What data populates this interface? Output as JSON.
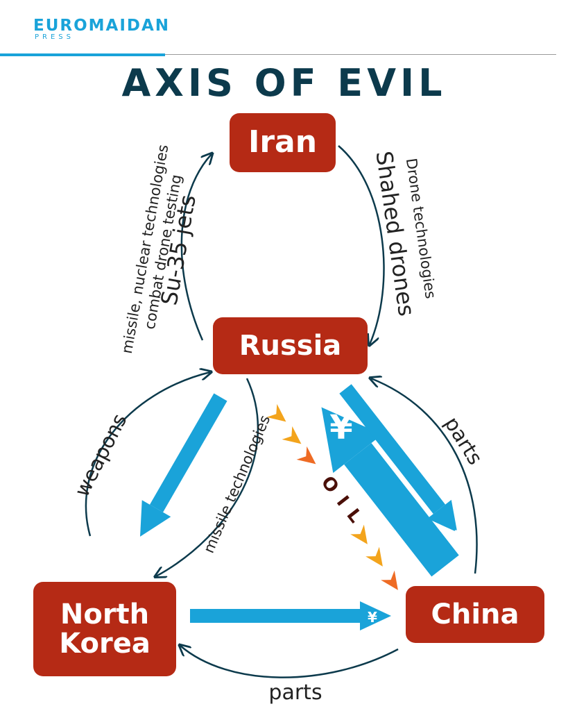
{
  "header": {
    "logo_main": "EUROMAIDAN",
    "logo_sub": "PRESS"
  },
  "title": "AXIS OF EVIL",
  "nodes": {
    "iran": "Iran",
    "russia": "Russia",
    "north_korea": "North Korea",
    "china": "China"
  },
  "edges": {
    "russia_to_iran": [
      "missile, nuclear technologies",
      "combat drone testing",
      "Su-35 jets"
    ],
    "iran_to_russia": [
      "Drone technologies",
      "Shahed drones"
    ],
    "north_korea_to_russia": "weapons",
    "russia_to_north_korea": "missile technologies",
    "china_to_russia": "parts",
    "china_to_north_korea": "parts",
    "russia_to_china": "OIL",
    "yuan_symbol": "¥"
  },
  "colors": {
    "node": "#b52a15",
    "title": "#0c3a4c",
    "brand": "#1aa3d9",
    "yuan_arrow": "#1aa3d9",
    "oil_chevrons": [
      "#f3a41c",
      "#ee6b24"
    ],
    "oil_text": "#4a0f08"
  }
}
